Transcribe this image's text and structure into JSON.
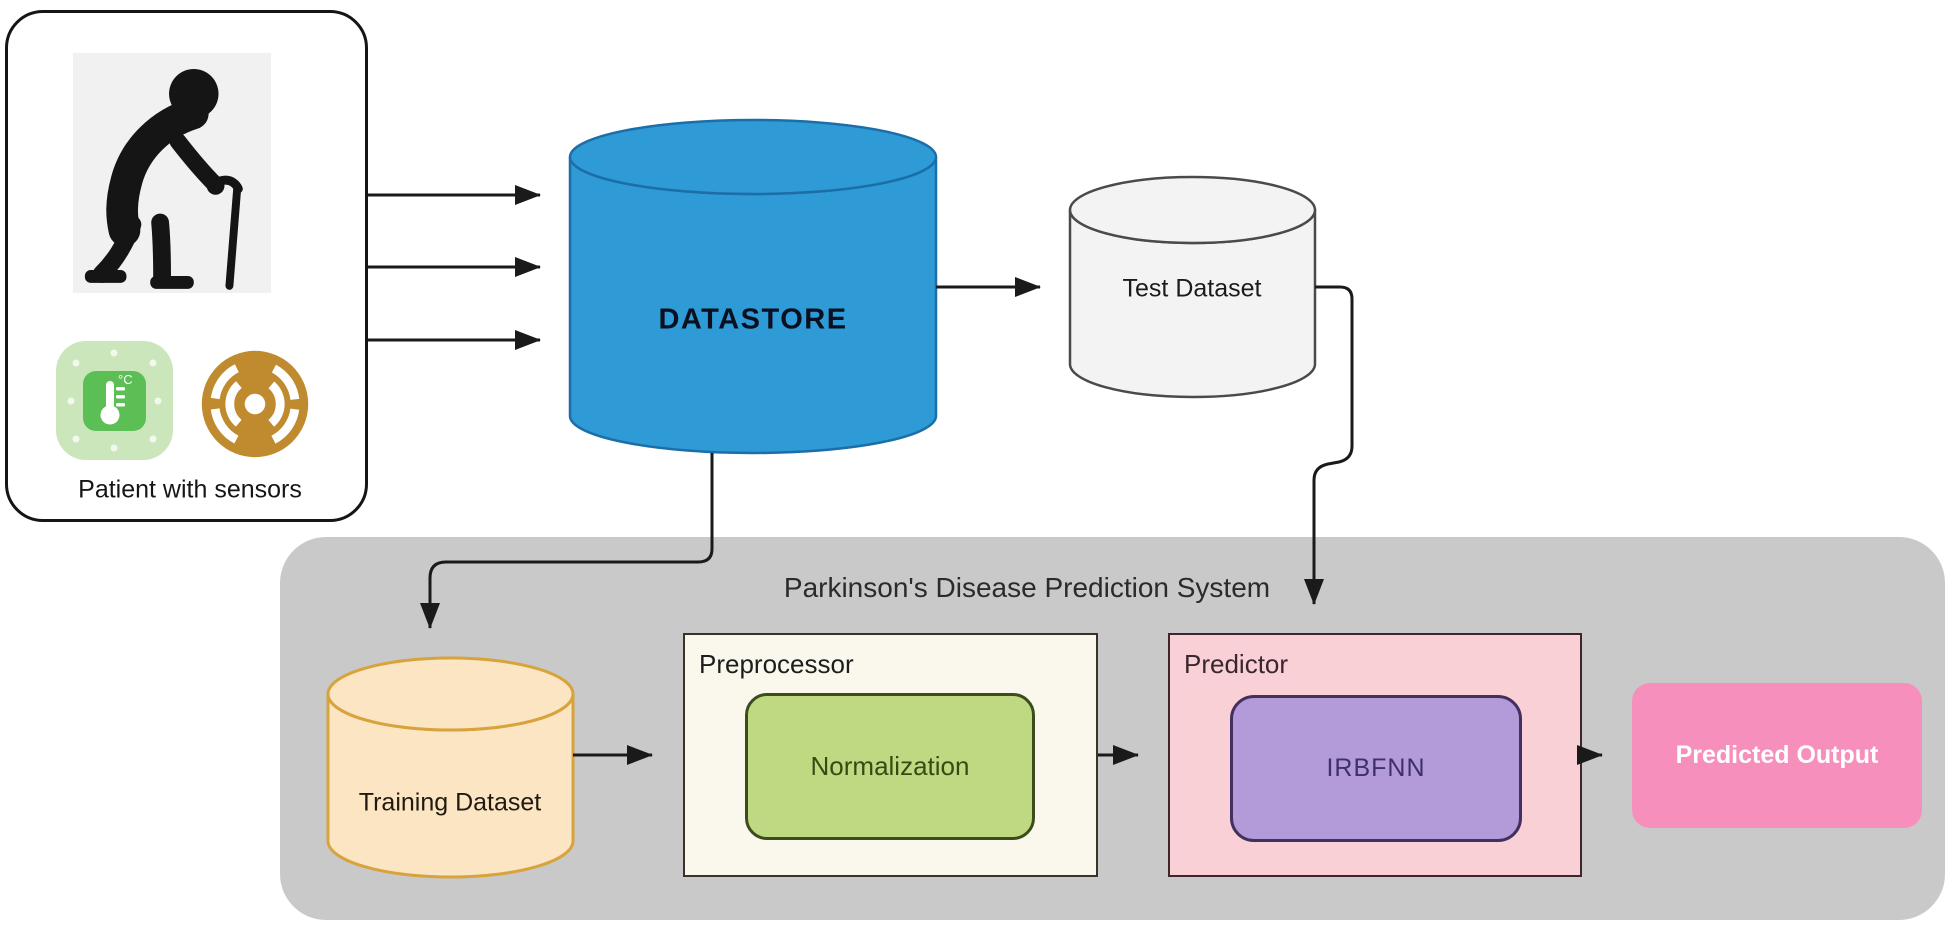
{
  "patient": {
    "label": "Patient with sensors"
  },
  "datastore": {
    "label": "DATASTORE"
  },
  "test_dataset": {
    "label": "Test Dataset"
  },
  "system": {
    "title": "Parkinson's Disease Prediction System"
  },
  "training_dataset": {
    "label": "Training Dataset"
  },
  "preprocessor": {
    "label": "Preprocessor",
    "normalization": "Normalization"
  },
  "predictor": {
    "label": "Predictor",
    "model": "IRBFNN"
  },
  "output": {
    "label": "Predicted Output"
  },
  "icons": {
    "person": "elderly-patient-with-cane",
    "thermometer": "temperature-sensor",
    "thermometer_unit": "°C",
    "signal": "wireless-signal-sensor"
  },
  "colors": {
    "datastore_blue": "#2E9AD6",
    "datastore_stroke": "#1C6EA8",
    "test_cylinder_gray": "#F3F3F3",
    "training_peach": "#FCE5C3",
    "training_stroke": "#D8A33C",
    "container_gray": "#C9C9C9",
    "preprocessor_cream": "#FAF8EC",
    "normalization_green": "#BFD982",
    "predictor_pink": "#F9D0D5",
    "irbfnn_purple": "#B29BD8",
    "output_pink": "#F78FBC",
    "thermo_green_light": "#CBE6BA",
    "thermo_green": "#5CBF55",
    "signal_gold": "#BF8B2E",
    "arrow_black": "#1A1A1A"
  }
}
